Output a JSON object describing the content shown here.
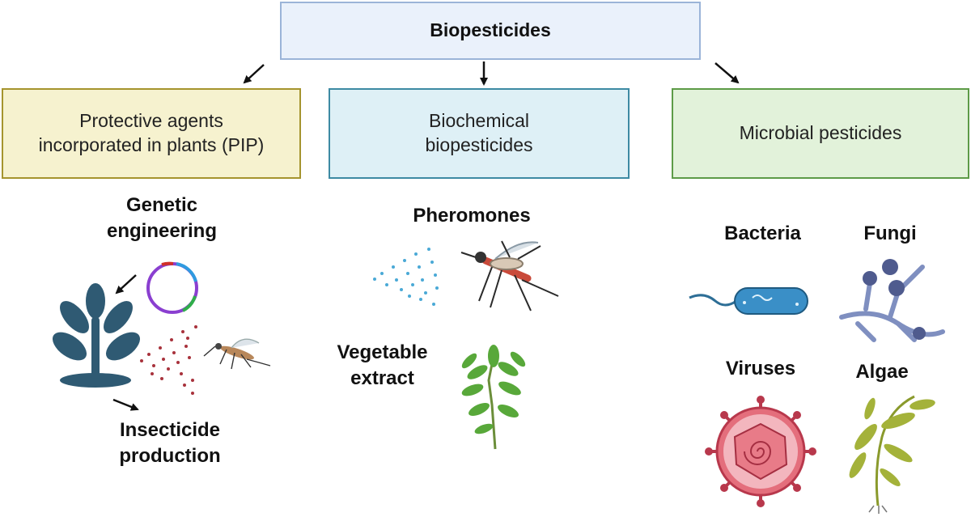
{
  "root": {
    "title": "Biopesticides"
  },
  "categories": {
    "pip": {
      "label": "Protective agents incorporated in plants (PIP)"
    },
    "biochemical": {
      "label": "Biochemical biopesticides"
    },
    "microbial": {
      "label": "Microbial pesticides"
    }
  },
  "pip_items": {
    "genetic": "Genetic engineering",
    "insecticide": "Insecticide production"
  },
  "biochemical_items": {
    "pheromones": "Pheromones",
    "vegetable": "Vegetable extract"
  },
  "microbial_items": {
    "bacteria": "Bacteria",
    "fungi": "Fungi",
    "viruses": "Viruses",
    "algae": "Algae"
  },
  "colors": {
    "root_fill": "#eaf1fb",
    "pip_fill": "#f6f2cf",
    "biochemical_fill": "#def0f6",
    "microbial_fill": "#e2f2da",
    "plant": "#2f5a73",
    "virus": "#c24a5c",
    "bacteria": "#3a8fc7",
    "fungi": "#7f8fc0"
  }
}
